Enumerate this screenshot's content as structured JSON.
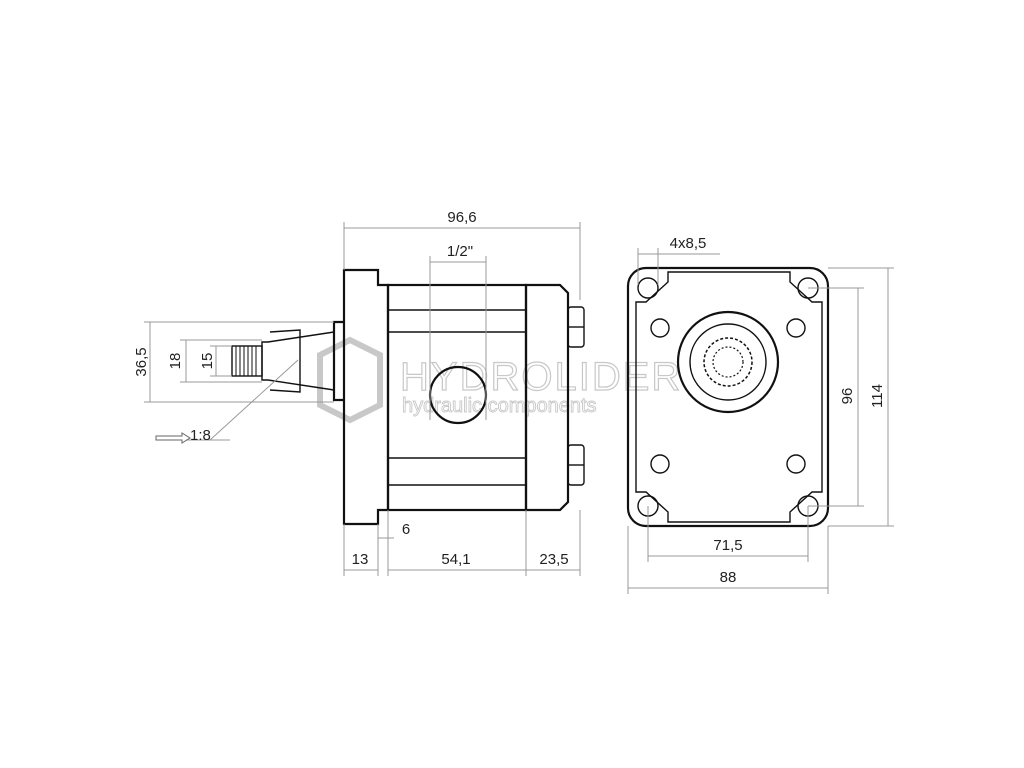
{
  "watermark": {
    "brand": "HYDROLIDER",
    "tagline": "hydraulic components"
  },
  "side_view": {
    "overall_length": "96,6",
    "port_size": "1/2\"",
    "flange_height": "36,5",
    "shaft_18": "18",
    "shaft_15": "15",
    "taper": "1:8",
    "flange_thickness": "13",
    "pilot_depth": "6",
    "body_length": "54,1",
    "cover_length": "23,5"
  },
  "front_view": {
    "holes": "4x8,5",
    "bolt_vertical": "96",
    "height": "114",
    "bolt_horizontal": "71,5",
    "width": "88"
  },
  "colors": {
    "line": "#111111",
    "dimension_line": "#999999",
    "watermark": "#c8c8c8"
  }
}
